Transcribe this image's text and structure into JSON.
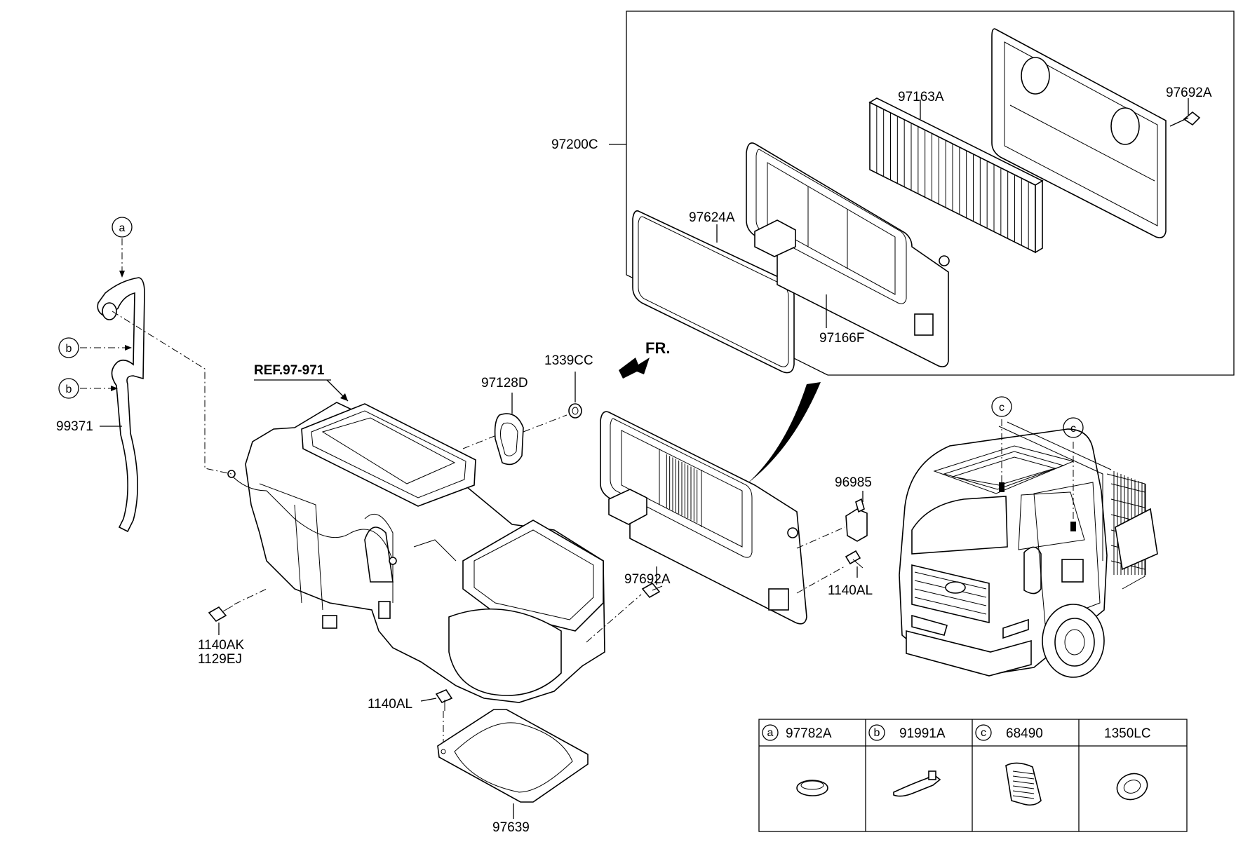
{
  "labels": {
    "p97200C": "97200C",
    "p97163A": "97163A",
    "p97692A_top": "97692A",
    "p97624A": "97624A",
    "p97166F": "97166F",
    "ref": "REF.97-971",
    "fr": "FR.",
    "p1339CC": "1339CC",
    "p97128D": "97128D",
    "p99371": "99371",
    "p96985": "96985",
    "p1140AL_right": "1140AL",
    "p97692A_mid": "97692A",
    "p1140AK": "1140AK",
    "p1129EJ": "1129EJ",
    "p1140AL_bottom": "1140AL",
    "p97639": "97639"
  },
  "callouts": {
    "a": "a",
    "b1": "b",
    "b2": "b",
    "c1": "c",
    "c2": "c"
  },
  "table": {
    "cells": [
      {
        "letter": "a",
        "code": "97782A"
      },
      {
        "letter": "b",
        "code": "91991A"
      },
      {
        "letter": "c",
        "code": "68490"
      },
      {
        "letter": "",
        "code": "1350LC"
      }
    ]
  }
}
